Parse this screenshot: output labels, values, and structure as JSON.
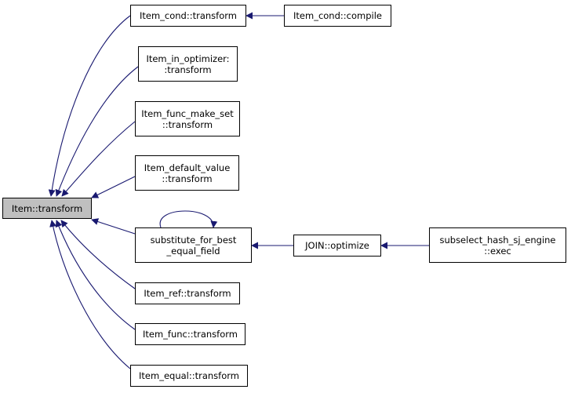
{
  "diagram": {
    "type": "call-graph",
    "nodes": {
      "item_transform": {
        "lines": [
          "Item::transform"
        ],
        "highlight": true
      },
      "item_cond_transform": {
        "lines": [
          "Item_cond::transform"
        ]
      },
      "item_cond_compile": {
        "lines": [
          "Item_cond::compile"
        ]
      },
      "item_in_optimizer_transform": {
        "lines": [
          "Item_in_optimizer:",
          ":transform"
        ]
      },
      "item_func_make_set_transform": {
        "lines": [
          "Item_func_make_set",
          "::transform"
        ]
      },
      "item_default_value_transform": {
        "lines": [
          "Item_default_value",
          "::transform"
        ]
      },
      "substitute_for_best_equal_field": {
        "lines": [
          "substitute_for_best",
          "_equal_field"
        ]
      },
      "join_optimize": {
        "lines": [
          "JOIN::optimize"
        ]
      },
      "subselect_hash_sj_engine_exec": {
        "lines": [
          "subselect_hash_sj_engine",
          "::exec"
        ]
      },
      "item_ref_transform": {
        "lines": [
          "Item_ref::transform"
        ]
      },
      "item_func_transform": {
        "lines": [
          "Item_func::transform"
        ]
      },
      "item_equal_transform": {
        "lines": [
          "Item_equal::transform"
        ]
      }
    },
    "edges": [
      {
        "from": "item_cond_transform",
        "to": "item_transform"
      },
      {
        "from": "item_cond_compile",
        "to": "item_cond_transform"
      },
      {
        "from": "item_in_optimizer_transform",
        "to": "item_transform"
      },
      {
        "from": "item_func_make_set_transform",
        "to": "item_transform"
      },
      {
        "from": "item_default_value_transform",
        "to": "item_transform"
      },
      {
        "from": "substitute_for_best_equal_field",
        "to": "item_transform"
      },
      {
        "from": "substitute_for_best_equal_field",
        "to": "substitute_for_best_equal_field"
      },
      {
        "from": "join_optimize",
        "to": "substitute_for_best_equal_field"
      },
      {
        "from": "subselect_hash_sj_engine_exec",
        "to": "join_optimize"
      },
      {
        "from": "item_ref_transform",
        "to": "item_transform"
      },
      {
        "from": "item_func_transform",
        "to": "item_transform"
      },
      {
        "from": "item_equal_transform",
        "to": "item_transform"
      }
    ],
    "colors": {
      "edge": "#191970",
      "node_border": "#000000",
      "highlight_fill": "#bfbfbf",
      "node_fill": "#ffffff"
    }
  }
}
